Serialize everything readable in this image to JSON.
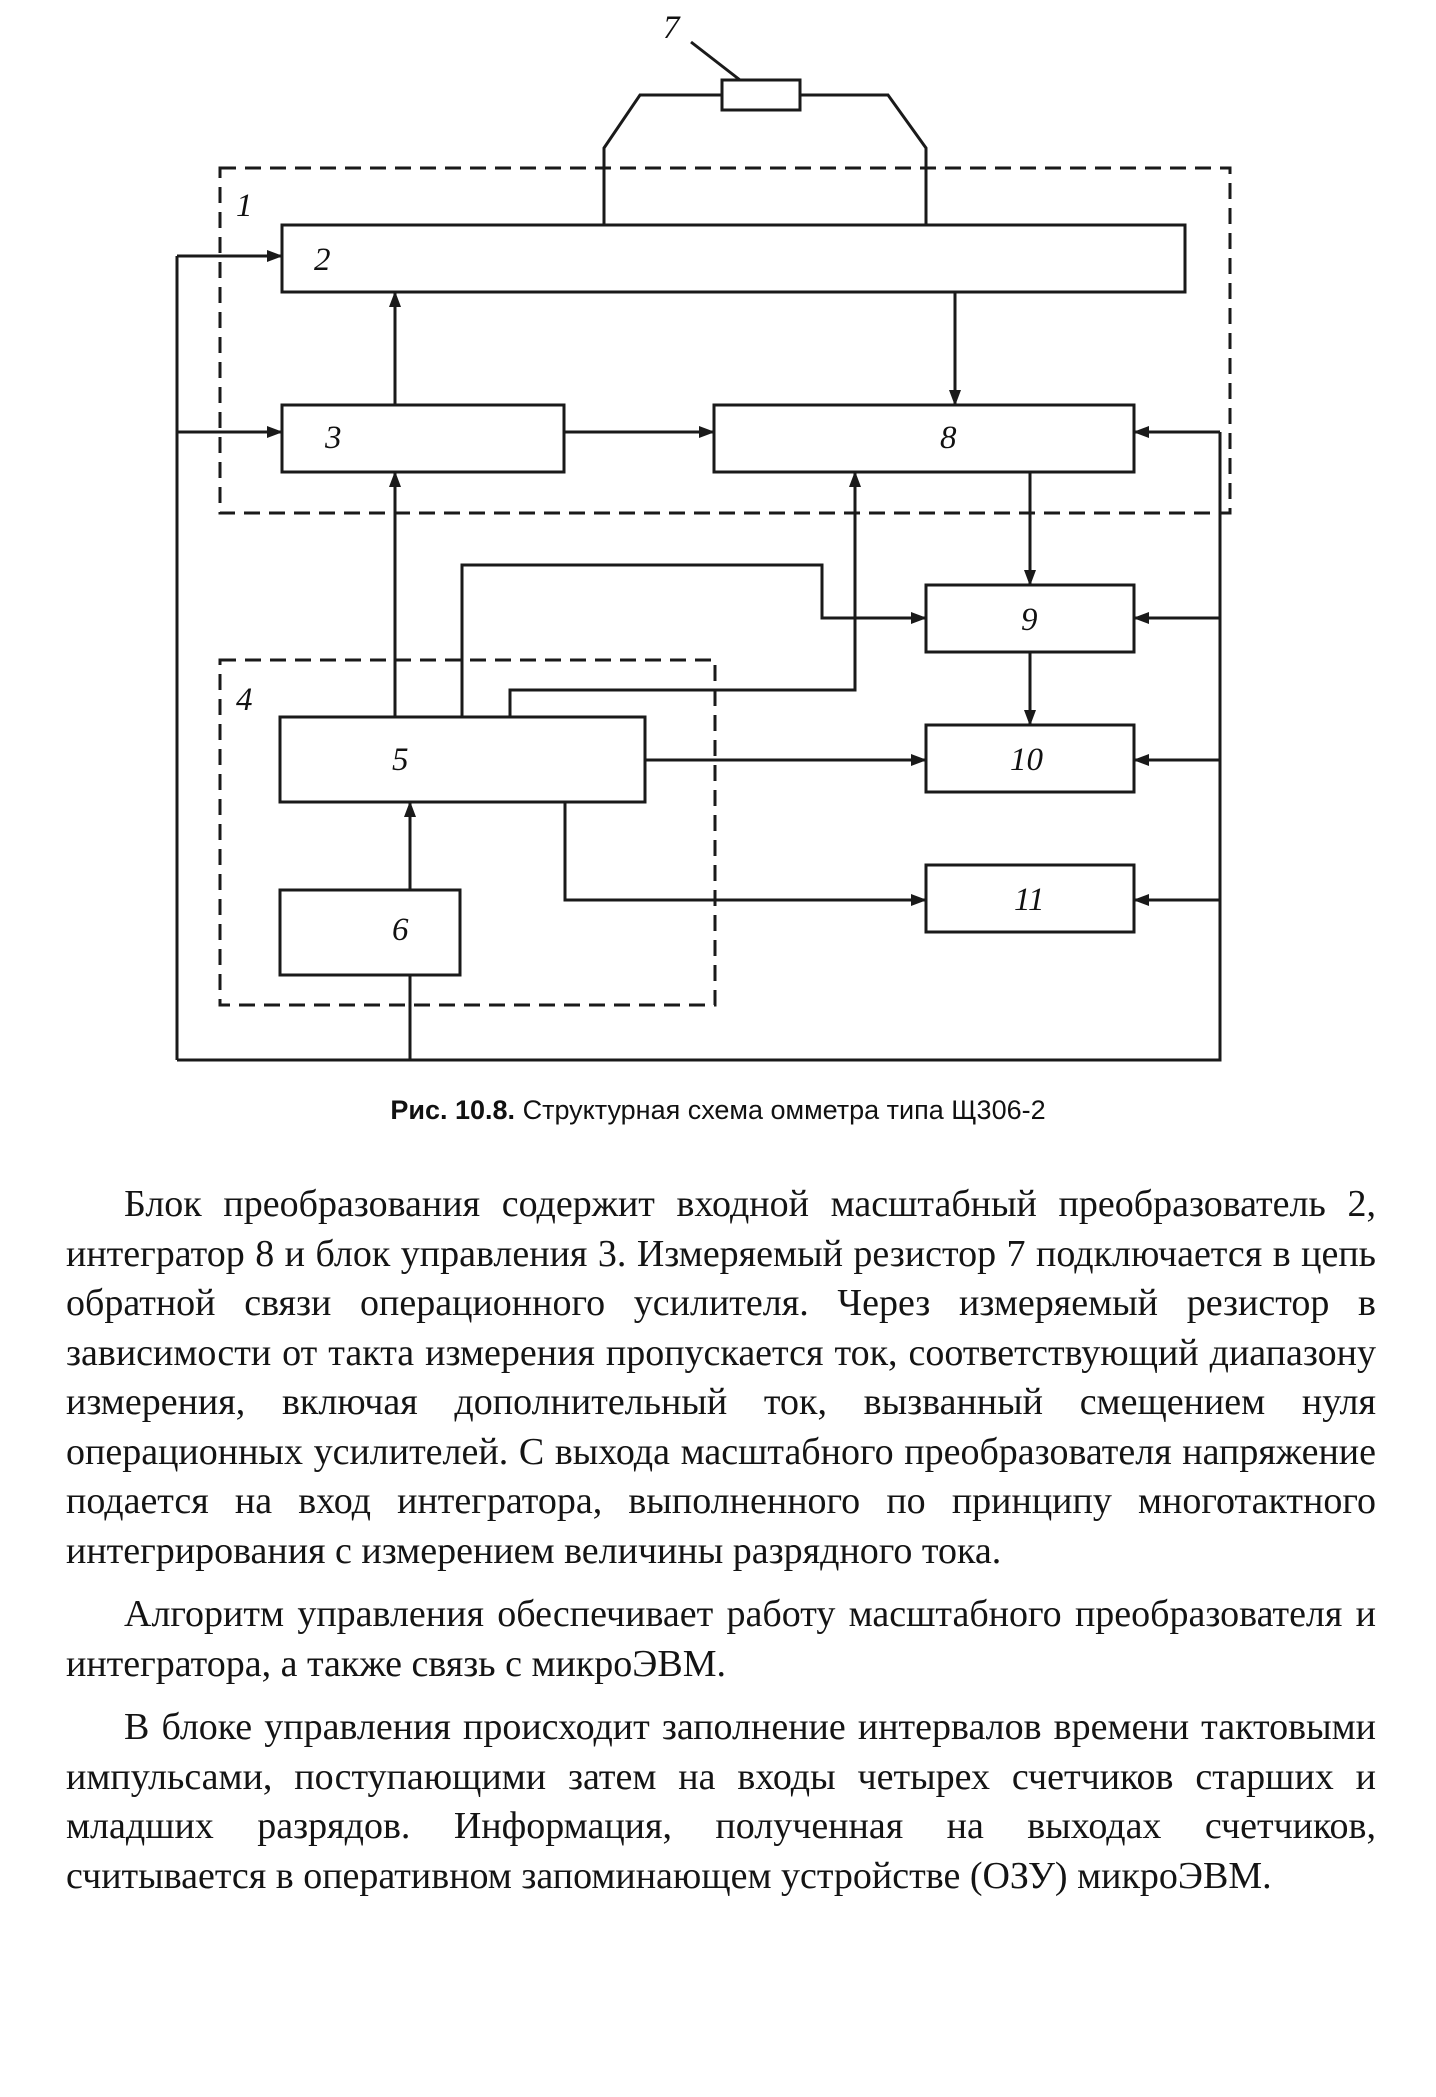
{
  "figure": {
    "block_labels": {
      "b1": "1",
      "b2": "2",
      "b3": "3",
      "b4": "4",
      "b5": "5",
      "b6": "6",
      "b7": "7",
      "b8": "8",
      "b9": "9",
      "b10": "10",
      "b11": "11"
    }
  },
  "caption": {
    "label": "Рис. 10.8.",
    "text": "Структурная схема омметра типа Щ306-2"
  },
  "paragraphs": [
    "Блок преобразования содержит входной масштабный преоб­разователь 2, интегратор 8 и блок управления 3. Измеряемый ре­зистор 7 подключается в цепь обратной связи операционного усилителя. Через измеряемый резистор в зависимости от такта измерения пропускается ток, соответствующий диапазону изме­рения, включая дополнительный ток, вызванный смещением нуля операционных усилителей. С выхода масштабного преобра­зователя напряжение подается на вход интегратора, выполнен­ного по принципу многотактного интегрирования с измерением величины разрядного тока.",
    "Алгоритм управления обеспечивает работу масштабного пре­образователя и интегратора, а также связь с микроЭВМ.",
    "В блоке управления происходит заполнение интервалов вре­мени тактовыми импульсами, поступающими затем на входы че­тырех счетчиков старших и младших разрядов. Информация, по­лученная на выходах счетчиков, считывается в оперативном за­поминающем устройстве (ОЗУ) микроЭВМ."
  ]
}
